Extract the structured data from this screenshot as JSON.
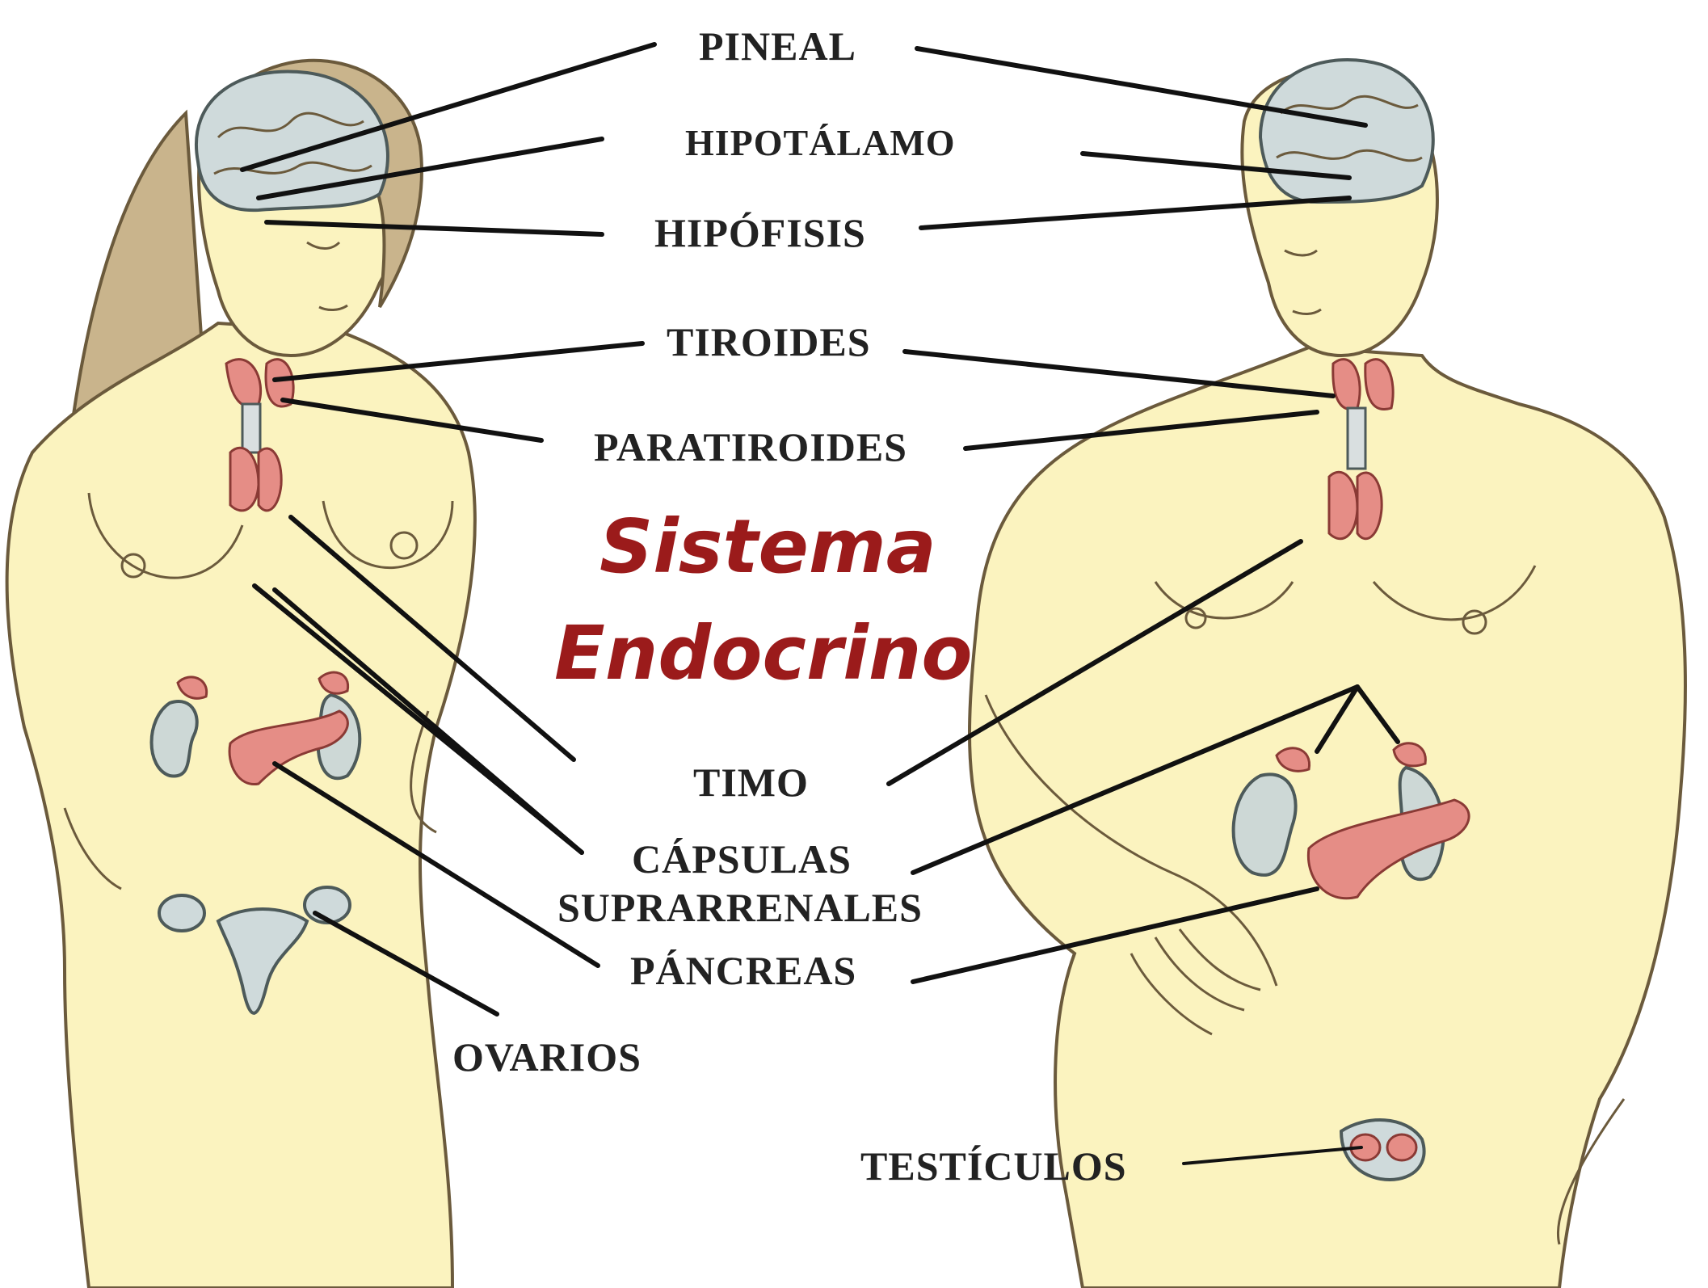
{
  "title": {
    "line1": "Sistema",
    "line2": "Endocrino"
  },
  "labels": {
    "pineal": "PINEAL",
    "hipotalamo": "HIPOTÁLAMO",
    "hipofisis": "HIPÓFISIS",
    "tiroides": "TIROIDES",
    "paratiroides": "PARATIROIDES",
    "timo": "TIMO",
    "capsulas1": "CÁPSULAS",
    "capsulas2": "SUPRARRENALES",
    "pancreas": "PÁNCREAS",
    "ovarios": "OVARIOS",
    "testiculos": "TESTÍCULOS"
  },
  "colors": {
    "title": "#9b1b1b",
    "skin": "#fbf3bf",
    "gland": "#e58d86",
    "brain": "#cfdadb",
    "text": "#222222"
  }
}
